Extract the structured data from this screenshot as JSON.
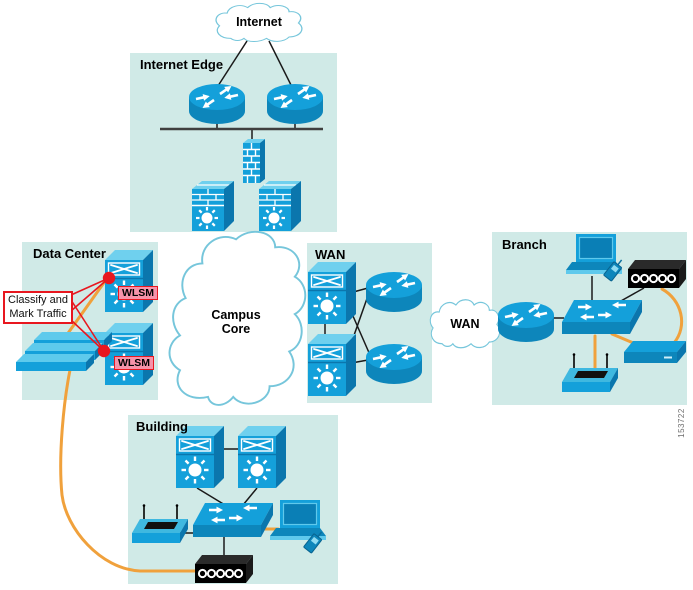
{
  "figure_number": "153722",
  "panels": {
    "internet_edge": "Internet Edge",
    "data_center": "Data Center",
    "wan": "WAN",
    "branch": "Branch",
    "building": "Building"
  },
  "clouds": {
    "internet": "Internet",
    "campus_core": "Campus Core",
    "wan": "WAN"
  },
  "callout": {
    "text": "Classify and Mark Traffic"
  },
  "badges": {
    "wlsm_top": "WLSM",
    "wlsm_bottom": "WLSM"
  },
  "icons": {
    "router": "blue cylinder with four white arrows",
    "multilayer-switch": "tall blue box, crossed-arrows band over white sun",
    "firewall": "blue brick wall",
    "firewall-switch": "blue box with brick band and white sun",
    "workgroup-switch": "flat blue box with opposing white arrows",
    "access-point": "flat blue box with two antennas",
    "wireless-bridge": "black box with five white rings",
    "workgroup-bridge": "flat blue slab",
    "server-stack": "three stacked blue slabs",
    "laptop": "blue laptop",
    "wireless-handheld": "small tilted handheld with antenna",
    "marker-dot": "red classification point"
  },
  "colors": {
    "panel_bg": "#d0eae7",
    "device_blue": "#14a0da",
    "device_top": "#6fd0ee",
    "device_side": "#0b76ad",
    "tunnel_orange": "#f0a13c",
    "callout_red": "#e8171f",
    "badge_pink": "#f693aa",
    "cloud_stroke": "#76c6db"
  }
}
